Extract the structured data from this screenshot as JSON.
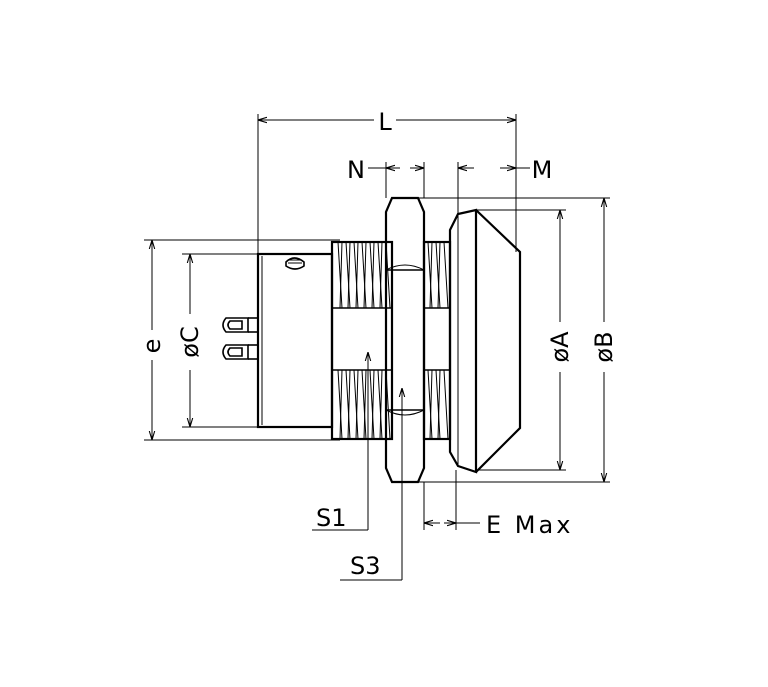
{
  "drawing": {
    "labels": {
      "L": "L",
      "N": "N",
      "M": "M",
      "e": "e",
      "phiC": "øC",
      "phiA": "øA",
      "phiB": "øB",
      "S1": "S1",
      "S3": "S3",
      "EMax": "E Max"
    },
    "colors": {
      "line": "#000000",
      "background": "#ffffff"
    }
  }
}
